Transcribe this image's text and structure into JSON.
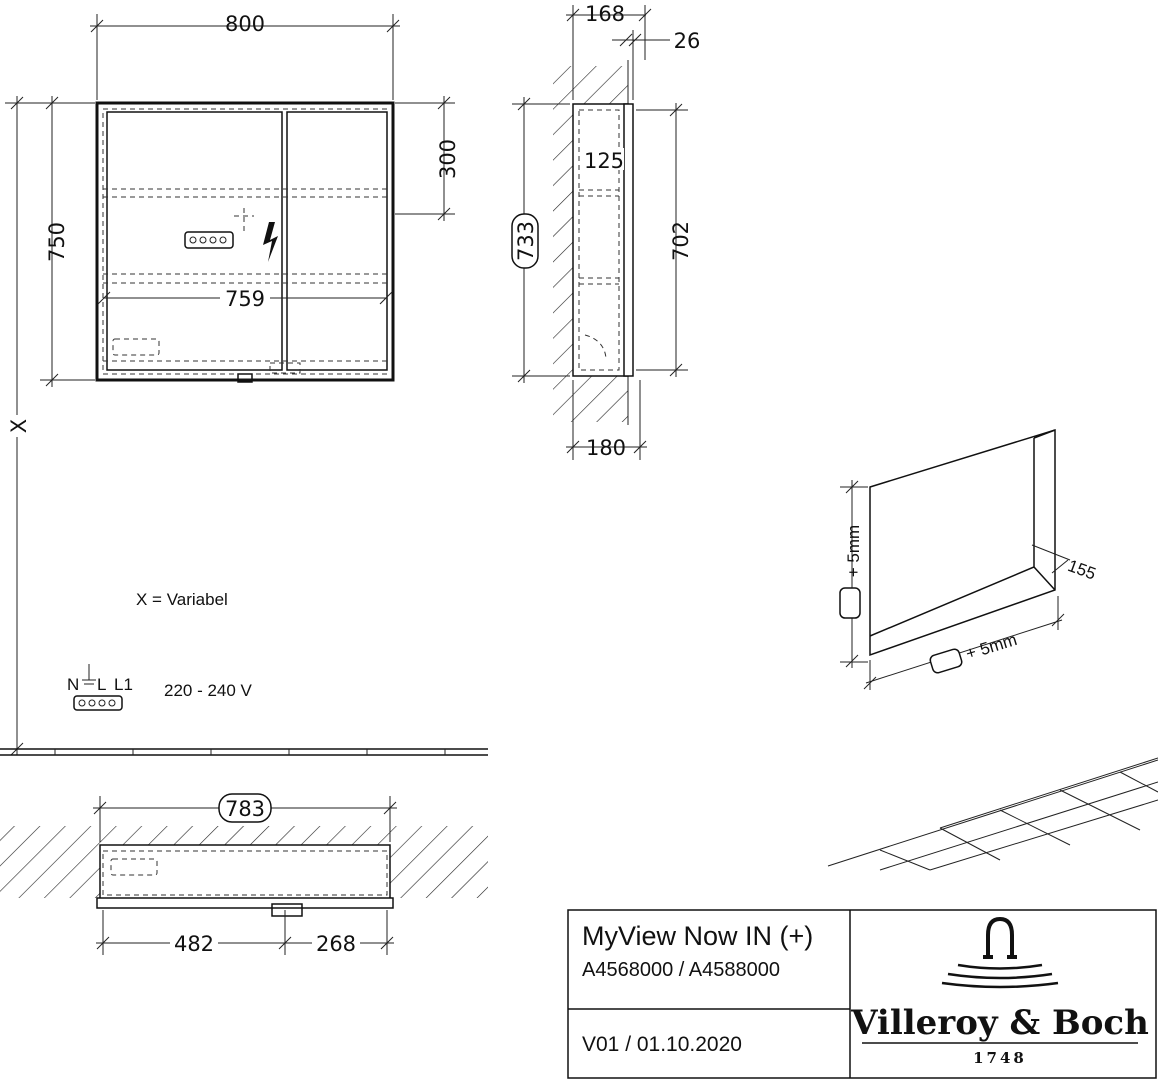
{
  "dimensions": {
    "width_total": "800",
    "height_total": "750",
    "inner_width": "759",
    "shelf_height": "300",
    "side_depth_top": "168",
    "side_front": "26",
    "side_height": "733",
    "side_inner_depth": "125",
    "side_inner_height": "702",
    "side_bottom": "180",
    "plan_width": "783",
    "plan_left": "482",
    "plan_right": "268",
    "niche_depth": "155",
    "niche_tolerance_v": "+ 5mm",
    "niche_tolerance_h": "+ 5mm",
    "variable_symbol": "X"
  },
  "notes": {
    "variable": "X = Variabel",
    "terminal_labels": "N",
    "terminal_L": "L",
    "terminal_L1": "L1",
    "voltage": "220 - 240 V"
  },
  "title_block": {
    "product": "MyView Now IN (+)",
    "codes": "A4568000 / A4588000",
    "version": "V01 / 01.10.2020",
    "brand": "Villeroy & Boch",
    "year": "1748"
  }
}
